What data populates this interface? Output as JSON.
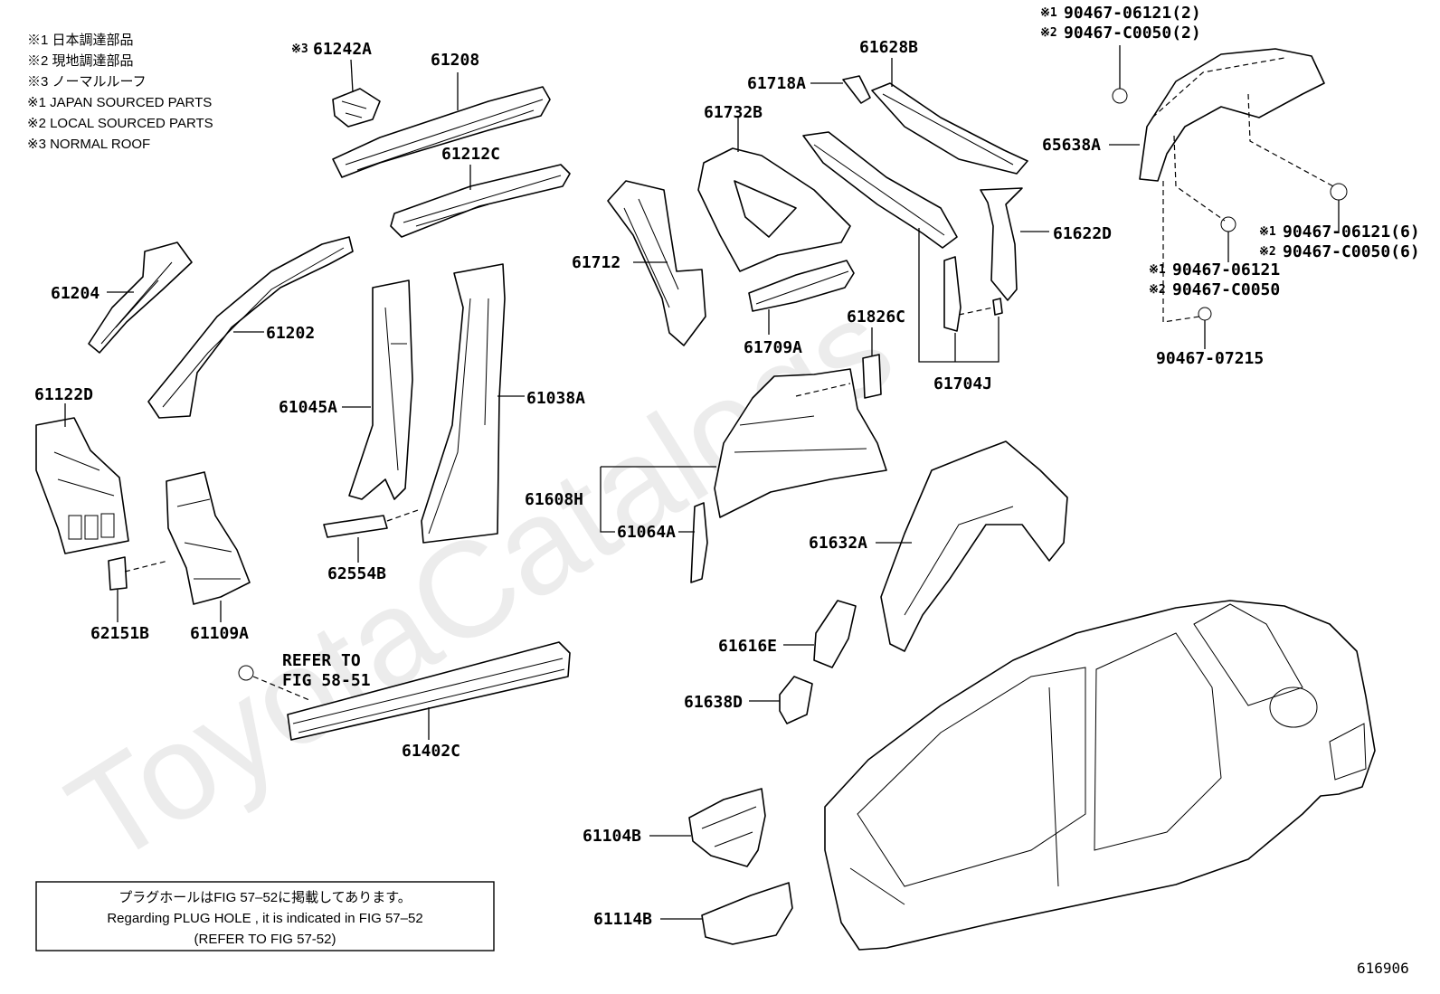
{
  "legend": [
    "※1 日本調達部品",
    "※2 現地調達部品",
    "※3 ノーマルルーフ",
    "※1 JAPAN SOURCED PARTS",
    "※2 LOCAL SOURCED PARTS",
    "※3 NORMAL ROOF"
  ],
  "parts": {
    "p61242A": "61242A",
    "p61242A_mark": "※3",
    "p61208": "61208",
    "p61212C": "61212C",
    "p61204": "61204",
    "p61202": "61202",
    "p61122D": "61122D",
    "p61045A": "61045A",
    "p61038A": "61038A",
    "p62554B": "62554B",
    "p62151B": "62151B",
    "p61109A": "61109A",
    "p61402C": "61402C",
    "p61712": "61712",
    "p61732B": "61732B",
    "p61718A": "61718A",
    "p61628B": "61628B",
    "p61709A": "61709A",
    "p61826C": "61826C",
    "p61704J": "61704J",
    "p61622D": "61622D",
    "p61608H": "61608H",
    "p61064A": "61064A",
    "p61632A": "61632A",
    "p61616E": "61616E",
    "p61638D": "61638D",
    "p61104B": "61104B",
    "p61114B": "61114B",
    "p65638A": "65638A"
  },
  "fasteners": {
    "top_mark1": "※1",
    "top_line1": "90467-06121(2)",
    "top_mark2": "※2",
    "top_line2": "90467-C0050(2)",
    "right_mark1": "※1",
    "right_line1": "90467-06121(6)",
    "right_mark2": "※2",
    "right_line2": "90467-C0050(6)",
    "mid_mark1": "※1",
    "mid_line1": "90467-06121",
    "mid_mark2": "※2",
    "mid_line2": "90467-C0050",
    "bottom": "90467-07215"
  },
  "refer": {
    "line1": "REFER TO",
    "line2": "FIG 58-51"
  },
  "note": {
    "line1": "プラグホールはFIG 57–52に掲載してあります。",
    "line2": "Regarding PLUG HOLE , it is indicated in FIG 57–52",
    "line3": "(REFER TO FIG 57-52)"
  },
  "figure_number": "616906",
  "watermark": "ToyotaCatalogs"
}
